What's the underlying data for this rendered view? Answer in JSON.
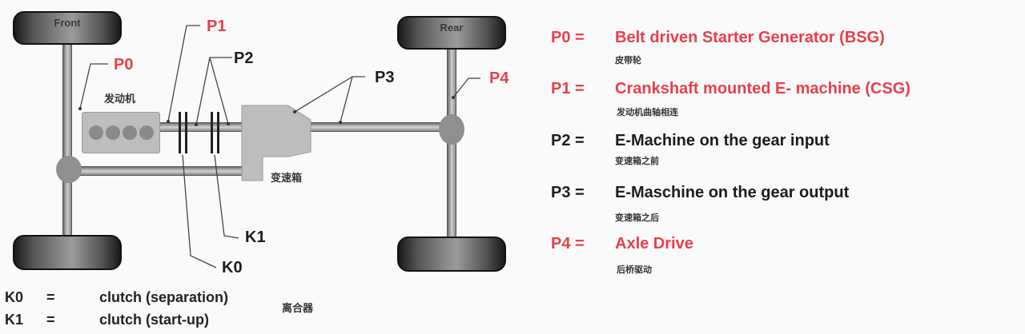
{
  "diagram": {
    "wheels": {
      "front_label": "Front",
      "rear_label": "Rear"
    },
    "components": {
      "engine_cn": "发动机",
      "gearbox_cn": "变速箱"
    },
    "position_labels": {
      "p0": "P0",
      "p1": "P1",
      "p2": "P2",
      "p3": "P3",
      "p4": "P4",
      "k0": "K0",
      "k1": "K1"
    },
    "colors": {
      "highlight_red": "#e8404a",
      "text_dark": "#1c1c1c",
      "shaft_gray": "#b4b4b4",
      "tire_dark": "#1a1a1a"
    }
  },
  "clutch_legend": [
    {
      "key": "K0",
      "eq": "=",
      "desc": "clutch (separation)"
    },
    {
      "key": "K1",
      "eq": "=",
      "desc": "clutch (start-up)"
    }
  ],
  "clutch_legend_cn": "离合器",
  "legend": [
    {
      "key": "P0 =",
      "desc": "Belt driven Starter  Generator (BSG)",
      "cn": "皮带轮",
      "color": "red"
    },
    {
      "key": "P1 =",
      "desc": "Crankshaft mounted E- machine (CSG)",
      "cn": "发动机曲轴相连",
      "color": "red"
    },
    {
      "key": "P2 =",
      "desc": "E-Machine on the gear  input",
      "cn": "变速箱之前",
      "color": "dark"
    },
    {
      "key": "P3 =",
      "desc": "E-Maschine on the gear  output",
      "cn": "变速箱之后",
      "color": "dark"
    },
    {
      "key": "P4 =",
      "desc": "Axle Drive",
      "cn": "后桥驱动",
      "color": "red"
    }
  ]
}
